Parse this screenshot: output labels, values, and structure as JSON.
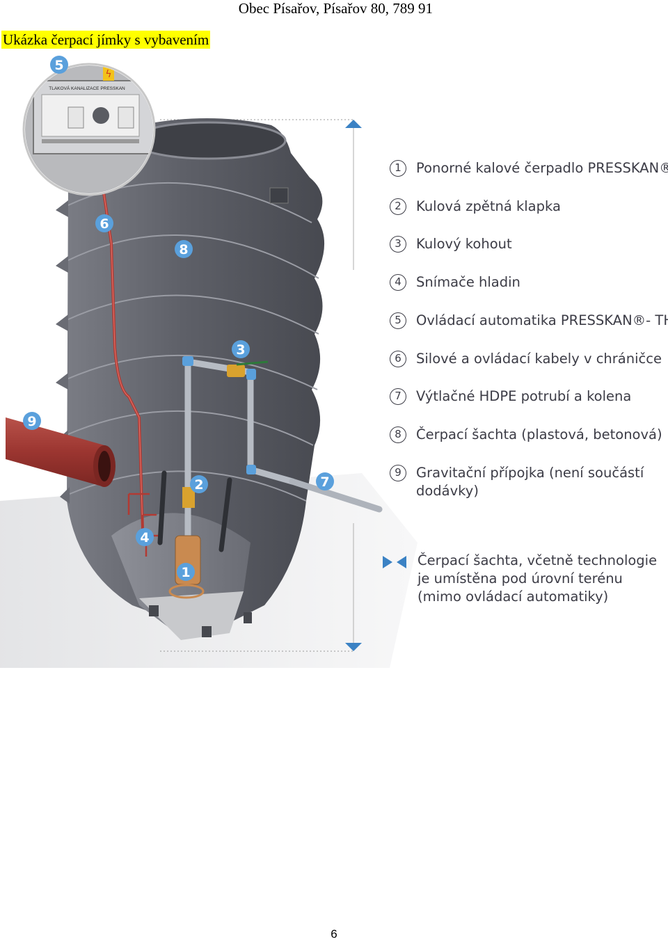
{
  "header": {
    "text": "Obec Písařov, Písařov 80, 789 91"
  },
  "title": {
    "text": "Ukázka čerpací jímky s vybavením"
  },
  "figure": {
    "panel_label_line": "TLAKOVÁ  KANALIZACE  PRESSKAN",
    "callouts": {
      "c1": "1",
      "c2": "2",
      "c3": "3",
      "c4": "4",
      "c5": "5",
      "c6": "6",
      "c7": "7",
      "c8": "8",
      "c9": "9"
    },
    "legend": [
      {
        "num": "1",
        "text": "Ponorné kalové čerpadlo PRESSKAN®"
      },
      {
        "num": "2",
        "text": "Kulová zpětná klapka"
      },
      {
        "num": "3",
        "text": "Kulový kohout"
      },
      {
        "num": "4",
        "text": "Snímače hladin"
      },
      {
        "num": "5",
        "text": "Ovládací automatika PRESSKAN®- THS"
      },
      {
        "num": "6",
        "text": "Silové a ovládací kabely v chráničce"
      },
      {
        "num": "7",
        "text": "Výtlačné HDPE potrubí a kolena"
      },
      {
        "num": "8",
        "text": "Čerpací šachta (plastová, betonová)"
      },
      {
        "num": "9",
        "text": "Gravitační přípojka (není součástí dodávky)"
      }
    ],
    "note": "Čerpací šachta, včetně technologie je umístěna pod úrovní terénu (mimo ovládací automatiky)",
    "colors": {
      "callout_blue": "#5aa0dc",
      "tank_grey": "#5e6068",
      "pipe_red": "#a33b35",
      "arrow_blue": "#3b82c4"
    }
  },
  "footer": {
    "page_number": "6"
  }
}
